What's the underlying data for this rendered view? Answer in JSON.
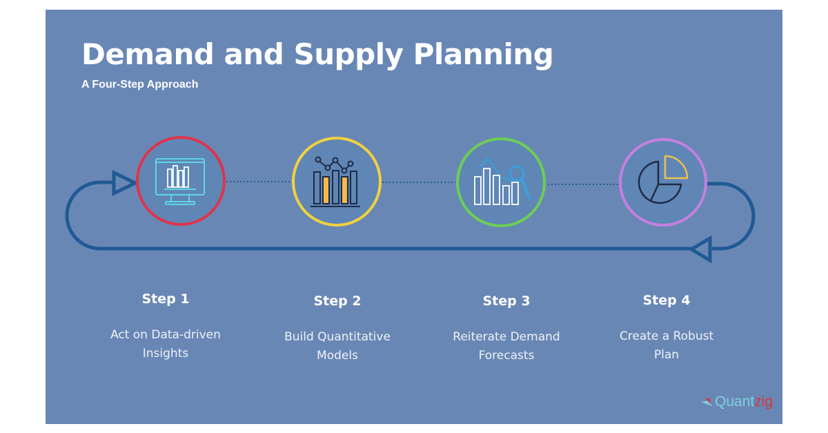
{
  "header": {
    "title": "Demand and Supply Planning",
    "subtitle": "A Four-Step Approach"
  },
  "steps": [
    {
      "label": "Step 1",
      "description_line1": "Act on Data-driven",
      "description_line2": "Insights",
      "icon": "monitor-bar-chart-icon",
      "ring_color": "#e0334a"
    },
    {
      "label": "Step 2",
      "description_line1": "Build Quantitative",
      "description_line2": "Models",
      "icon": "bar-line-chart-icon",
      "ring_color": "#f2d23e"
    },
    {
      "label": "Step 3",
      "description_line1": "Reiterate Demand",
      "description_line2": "Forecasts",
      "icon": "chart-magnifier-icon",
      "ring_color": "#6ccf54"
    },
    {
      "label": "Step 4",
      "description_line1": "Create a Robust",
      "description_line2": "Plan",
      "icon": "pie-chart-icon",
      "ring_color": "#c57fe0"
    }
  ],
  "logo": {
    "part1": "Quant",
    "part2": "zig"
  },
  "colors": {
    "background": "#6987b5",
    "loop_line": "#1f5a94",
    "text": "#ffffff"
  }
}
